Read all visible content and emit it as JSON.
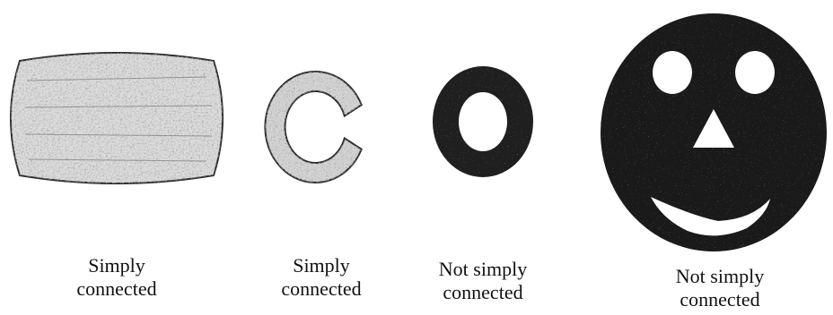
{
  "figures": [
    {
      "id": "barrel",
      "shape": "filled region with no holes (speckled texture)",
      "caption": [
        "Simply",
        "connected"
      ]
    },
    {
      "id": "open-ring",
      "shape": "ring with a gap (C shape)",
      "caption": [
        "Simply",
        "connected"
      ]
    },
    {
      "id": "closed-ring",
      "shape": "closed annulus",
      "caption": [
        "Not simply",
        "connected"
      ]
    },
    {
      "id": "smiley-face",
      "shape": "disk with eye, nose and mouth holes",
      "caption": [
        "Not simply",
        "connected"
      ]
    }
  ],
  "colors": {
    "background": "#ffffff",
    "ink": "#111111",
    "light_texture": "#d9d9d9",
    "dark_fill": "#1a1a1a"
  }
}
